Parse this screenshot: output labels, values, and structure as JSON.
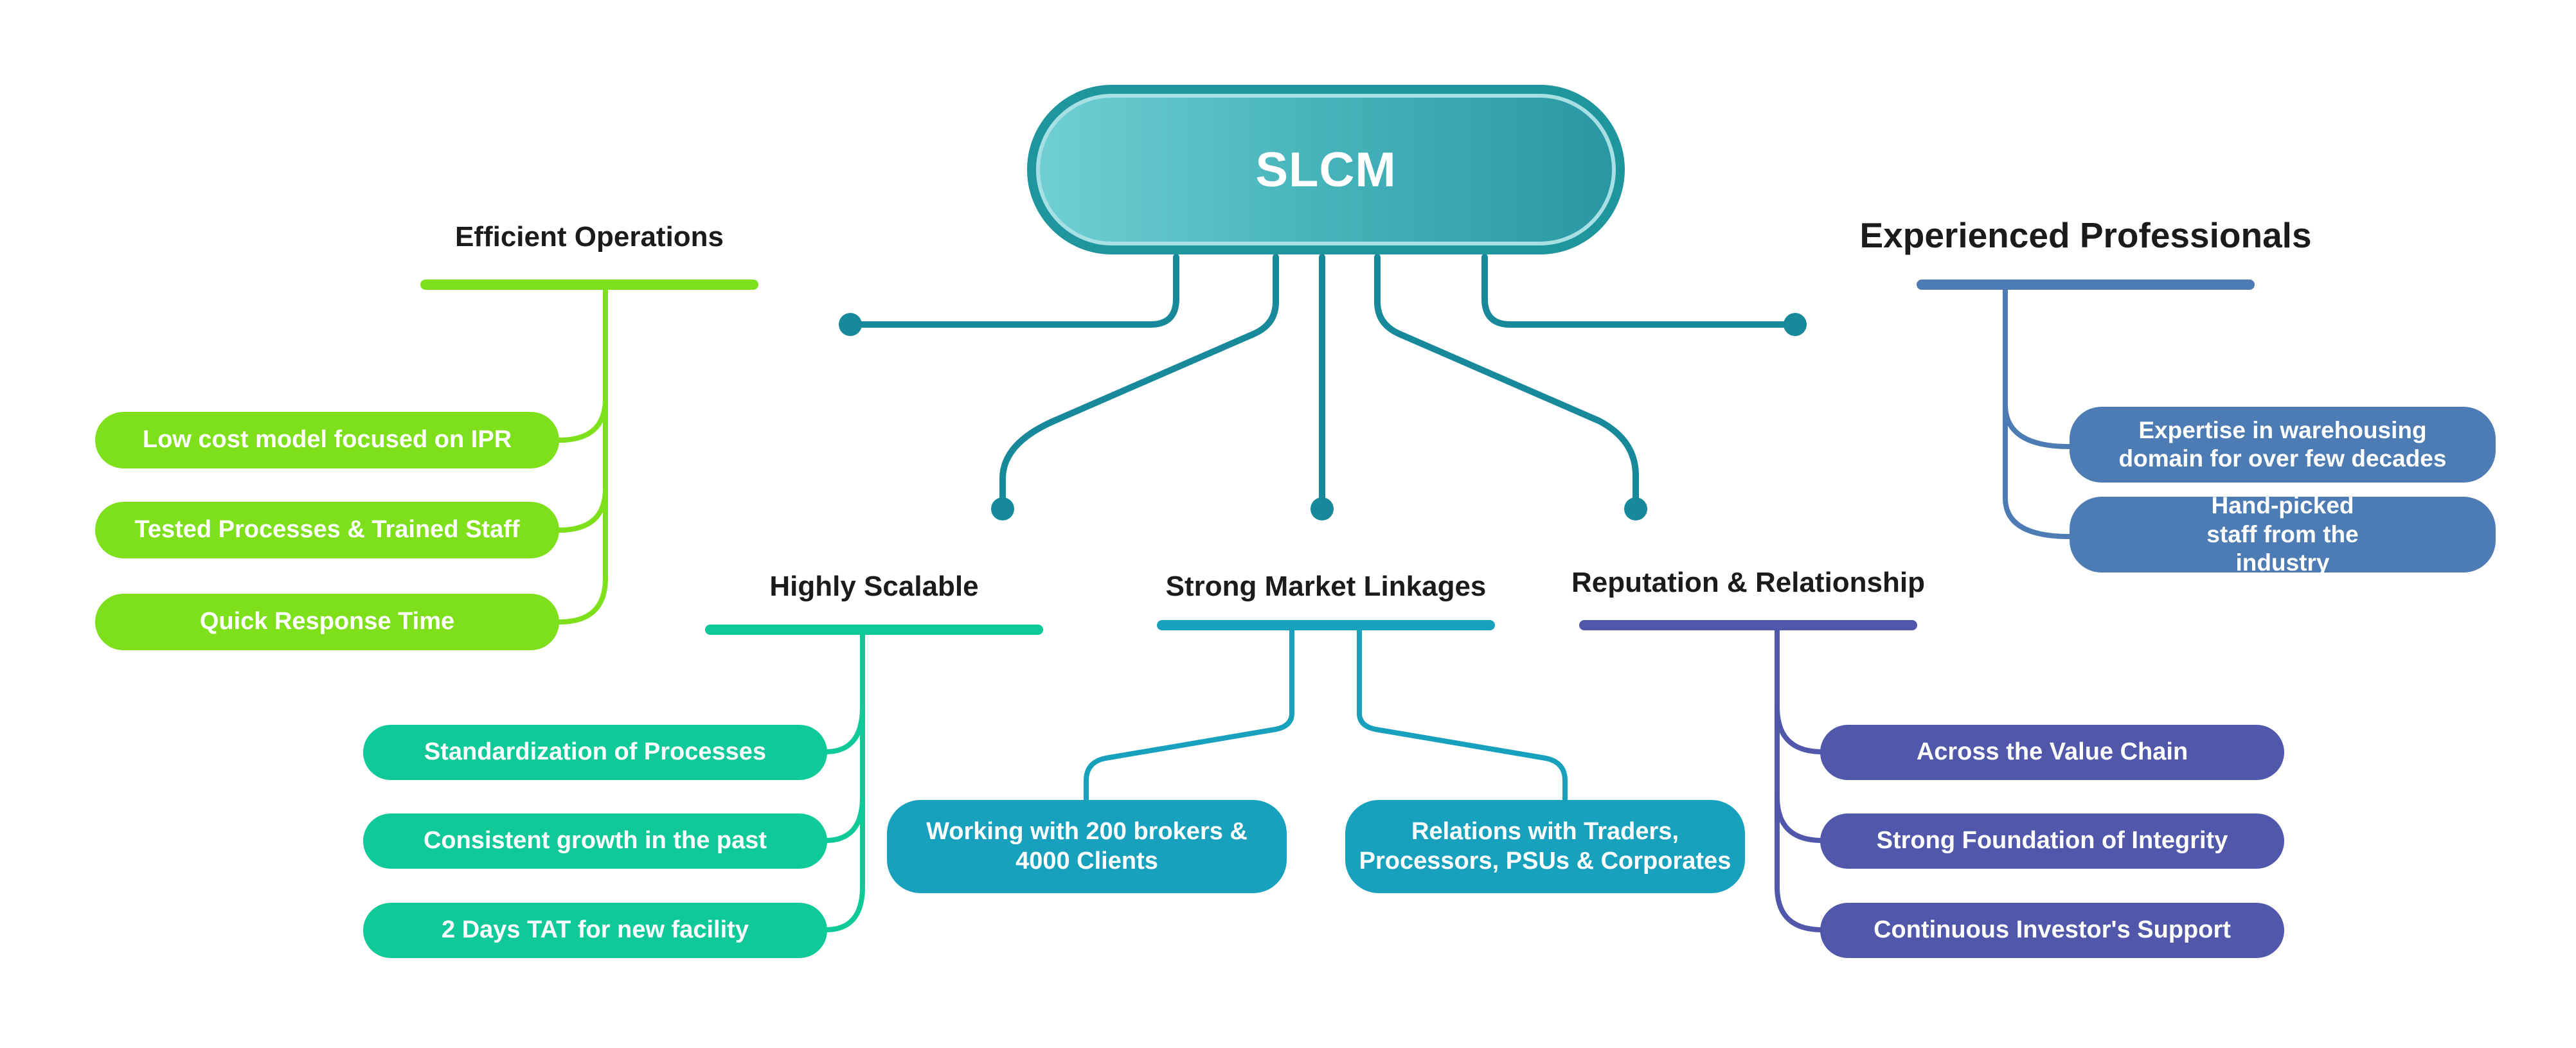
{
  "root": {
    "label": "SLCM"
  },
  "colors": {
    "root": "#1f959d",
    "efficient": "#7ee01b",
    "scalable": "#0fca98",
    "linkages": "#17a1bd",
    "reputation": "#5157ab",
    "professionals": "#4d7bb3",
    "connector": "#17899a"
  },
  "branches": {
    "efficient": {
      "title": "Efficient Operations",
      "items": [
        "Low cost model focused on IPR",
        "Tested Processes & Trained Staff",
        "Quick Response Time"
      ]
    },
    "professionals": {
      "title": "Experienced Professionals",
      "items": [
        "Expertise in warehousing domain for over few decades",
        "Hand-picked staff from the industry"
      ]
    },
    "scalable": {
      "title": "Highly Scalable",
      "items": [
        "Standardization of Processes",
        "Consistent growth in the past",
        "2 Days TAT for new facility"
      ]
    },
    "linkages": {
      "title": "Strong Market Linkages",
      "items": [
        "Working with 200 brokers & 4000 Clients",
        "Relations with Traders, Processors, PSUs & Corporates"
      ]
    },
    "reputation": {
      "title": "Reputation & Relationship",
      "items": [
        "Across the Value Chain",
        "Strong Foundation of Integrity",
        "Continuous Investor's Support"
      ]
    }
  }
}
